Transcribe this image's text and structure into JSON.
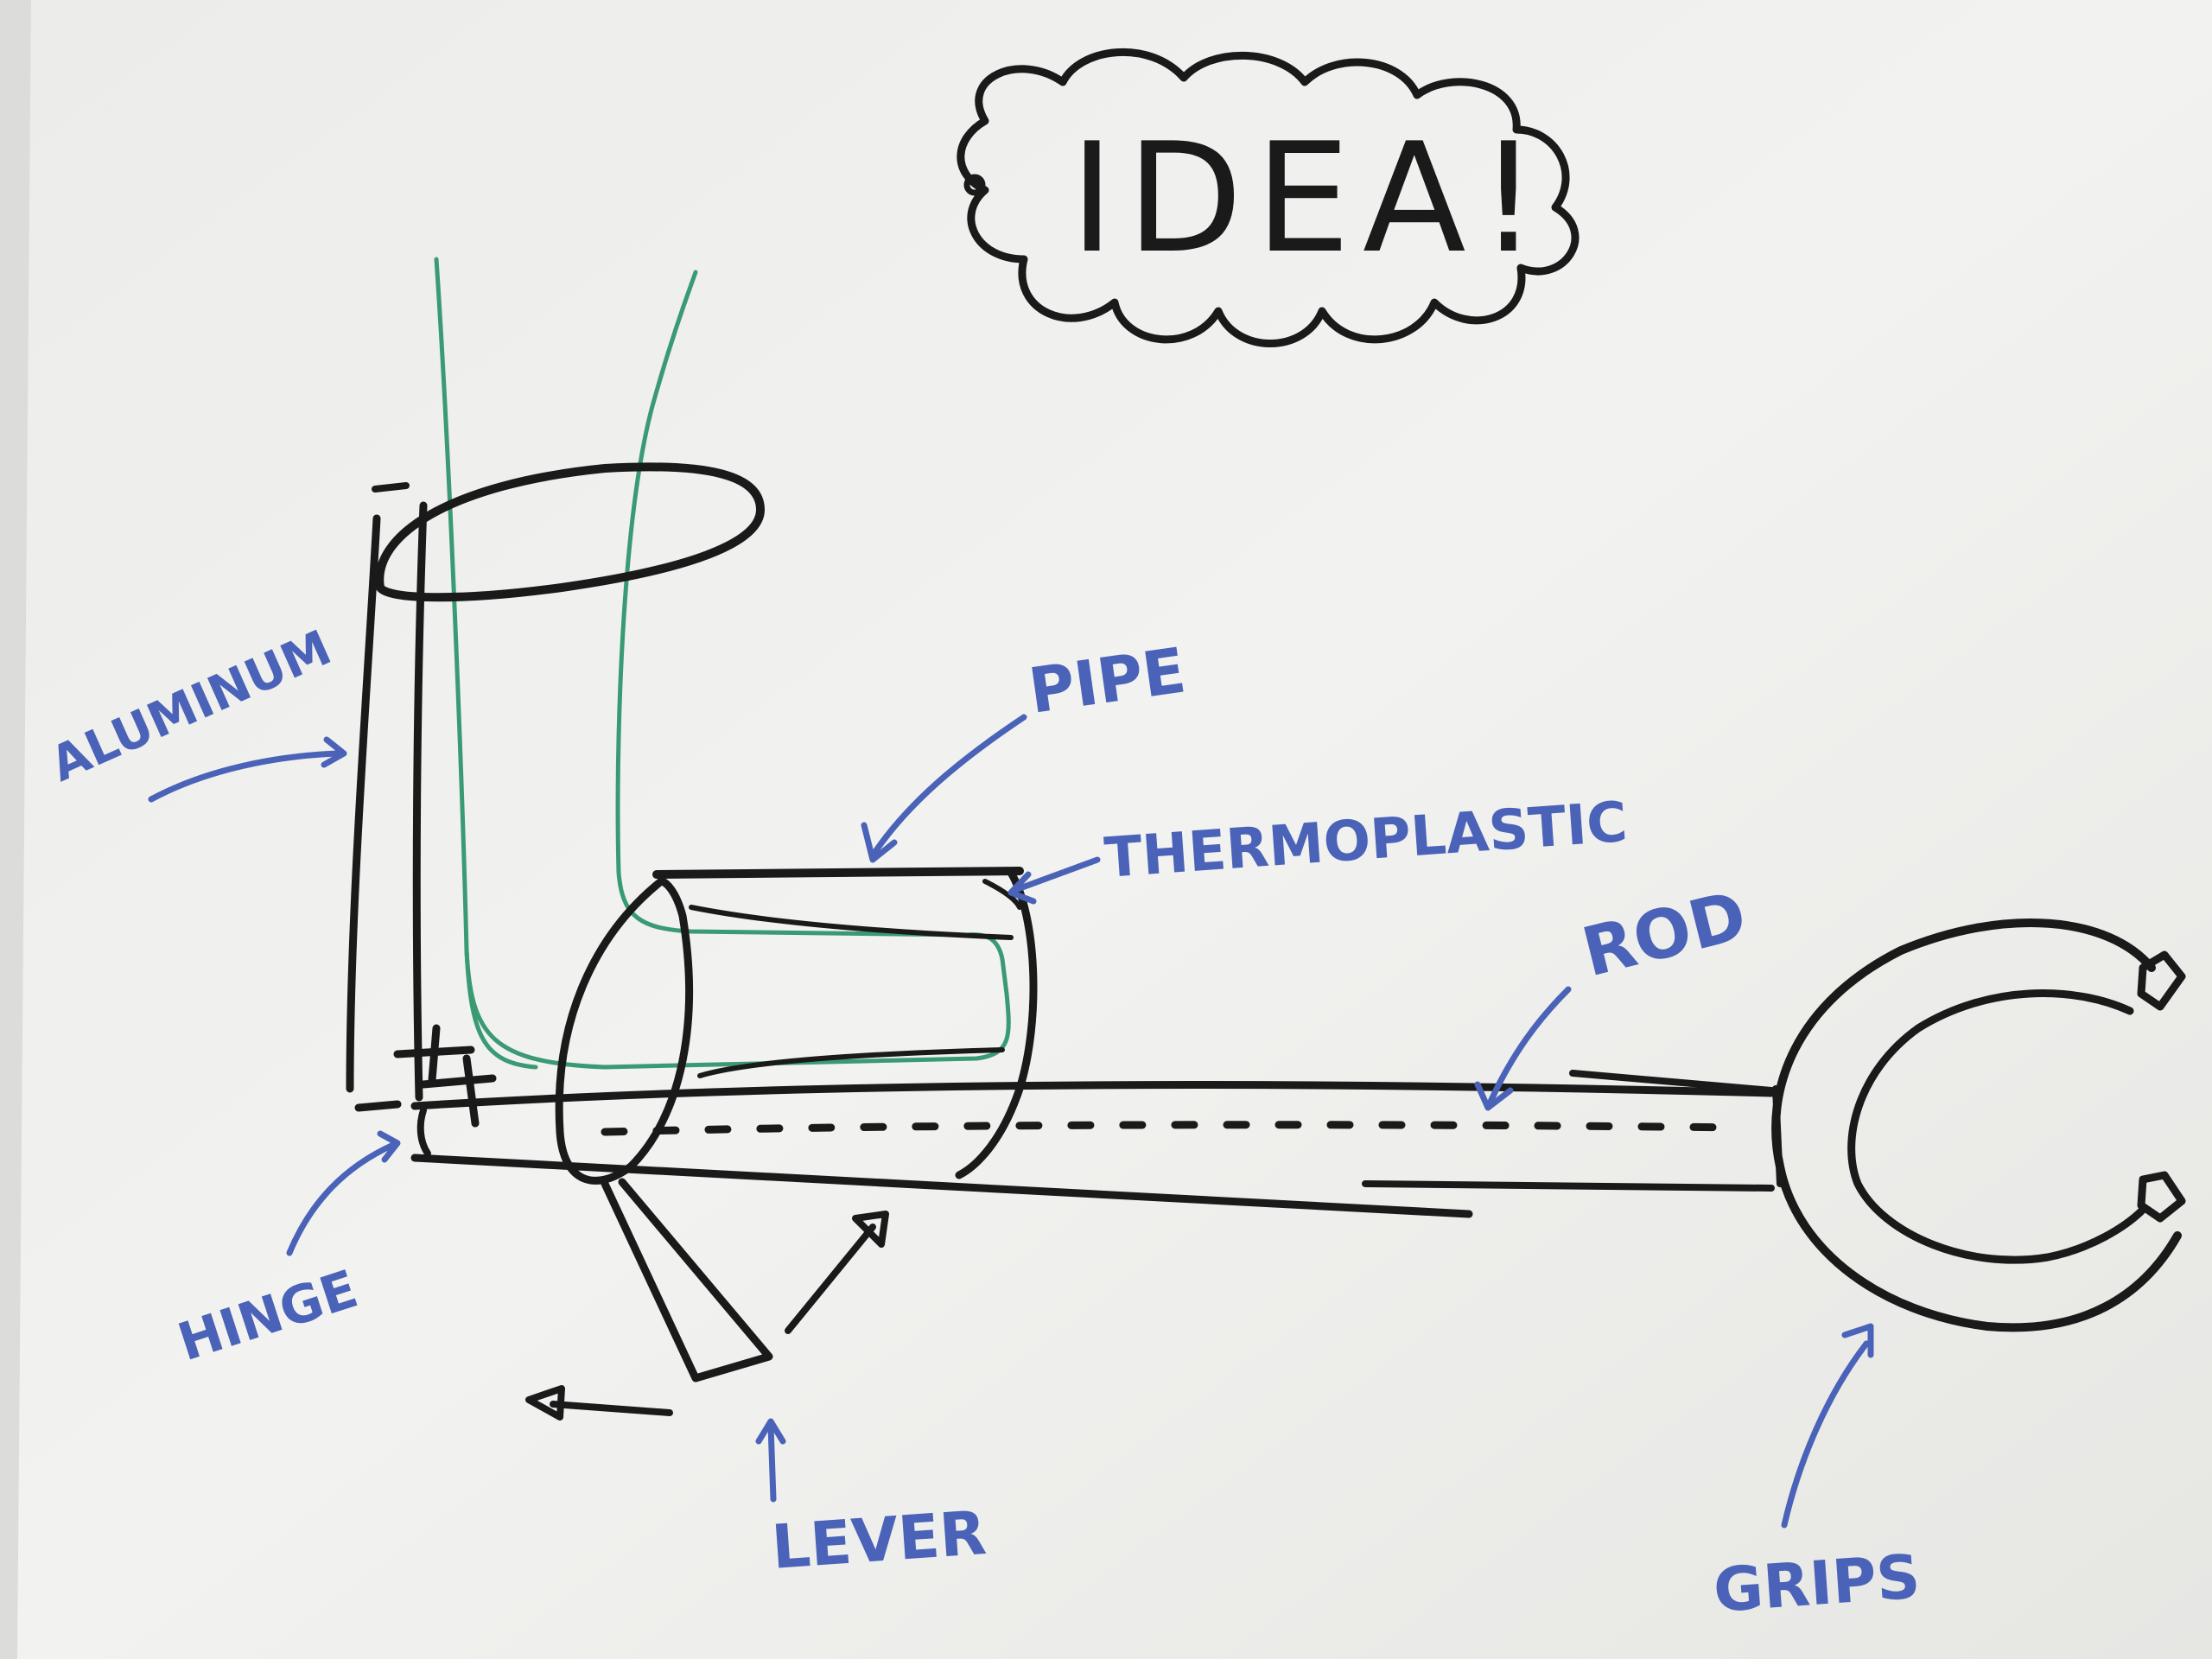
{
  "title": "IDEA!",
  "labels": {
    "aluminum": "ALUMINUM",
    "pipe": "PIPE",
    "thermoplastic": "THERMOPLASTIC",
    "rod": "ROD",
    "hinge": "HINGE",
    "lever": "LEVER",
    "grips": "GRIPS"
  },
  "colors": {
    "paper": "#f1f1ef",
    "ink_black": "#1a1a1a",
    "ink_blue": "#4a63b8",
    "ink_green": "#3a9a74"
  }
}
